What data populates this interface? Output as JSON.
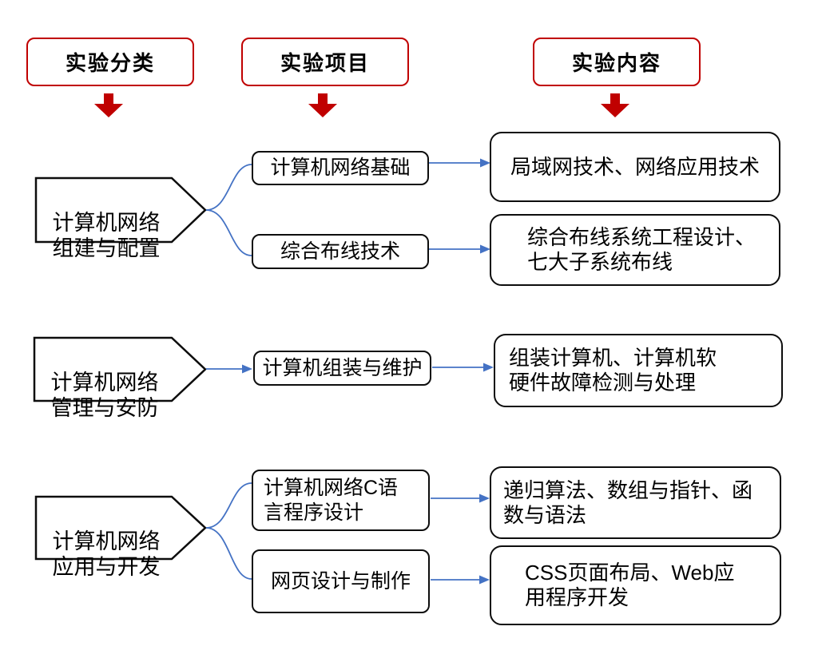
{
  "colors": {
    "header_accent": "#C00000",
    "connector": "#4472C4",
    "box_border": "#0D0D0D"
  },
  "column_headers": [
    {
      "label": "实验分类"
    },
    {
      "label": "实验项目"
    },
    {
      "label": "实验内容"
    }
  ],
  "icons": [
    {
      "name": "down-arrow-icon",
      "glyph": "⬇",
      "color": "#C00000"
    },
    {
      "name": "flow-arrow-icon",
      "glyph": "→",
      "color": "#4472C4"
    }
  ],
  "groups": [
    {
      "category": "计算机网络\n组建与配置",
      "items": [
        {
          "project": "计算机网络基础",
          "content": "局域网技术、网络应用技术"
        },
        {
          "project": "综合布线技术",
          "content": "综合布线系统工程设计、\n七大子系统布线"
        }
      ]
    },
    {
      "category": "计算机网络\n管理与安防",
      "items": [
        {
          "project": "计算机组装与维护",
          "content": "组装计算机、计算机软\n硬件故障检测与处理"
        }
      ]
    },
    {
      "category": "计算机网络\n应用与开发",
      "items": [
        {
          "project": "计算机网络C语\n言程序设计",
          "content": "递归算法、数组与指针、函\n数与语法"
        },
        {
          "project": "网页设计与制作",
          "content": "CSS页面布局、Web应\n用程序开发"
        }
      ]
    }
  ]
}
